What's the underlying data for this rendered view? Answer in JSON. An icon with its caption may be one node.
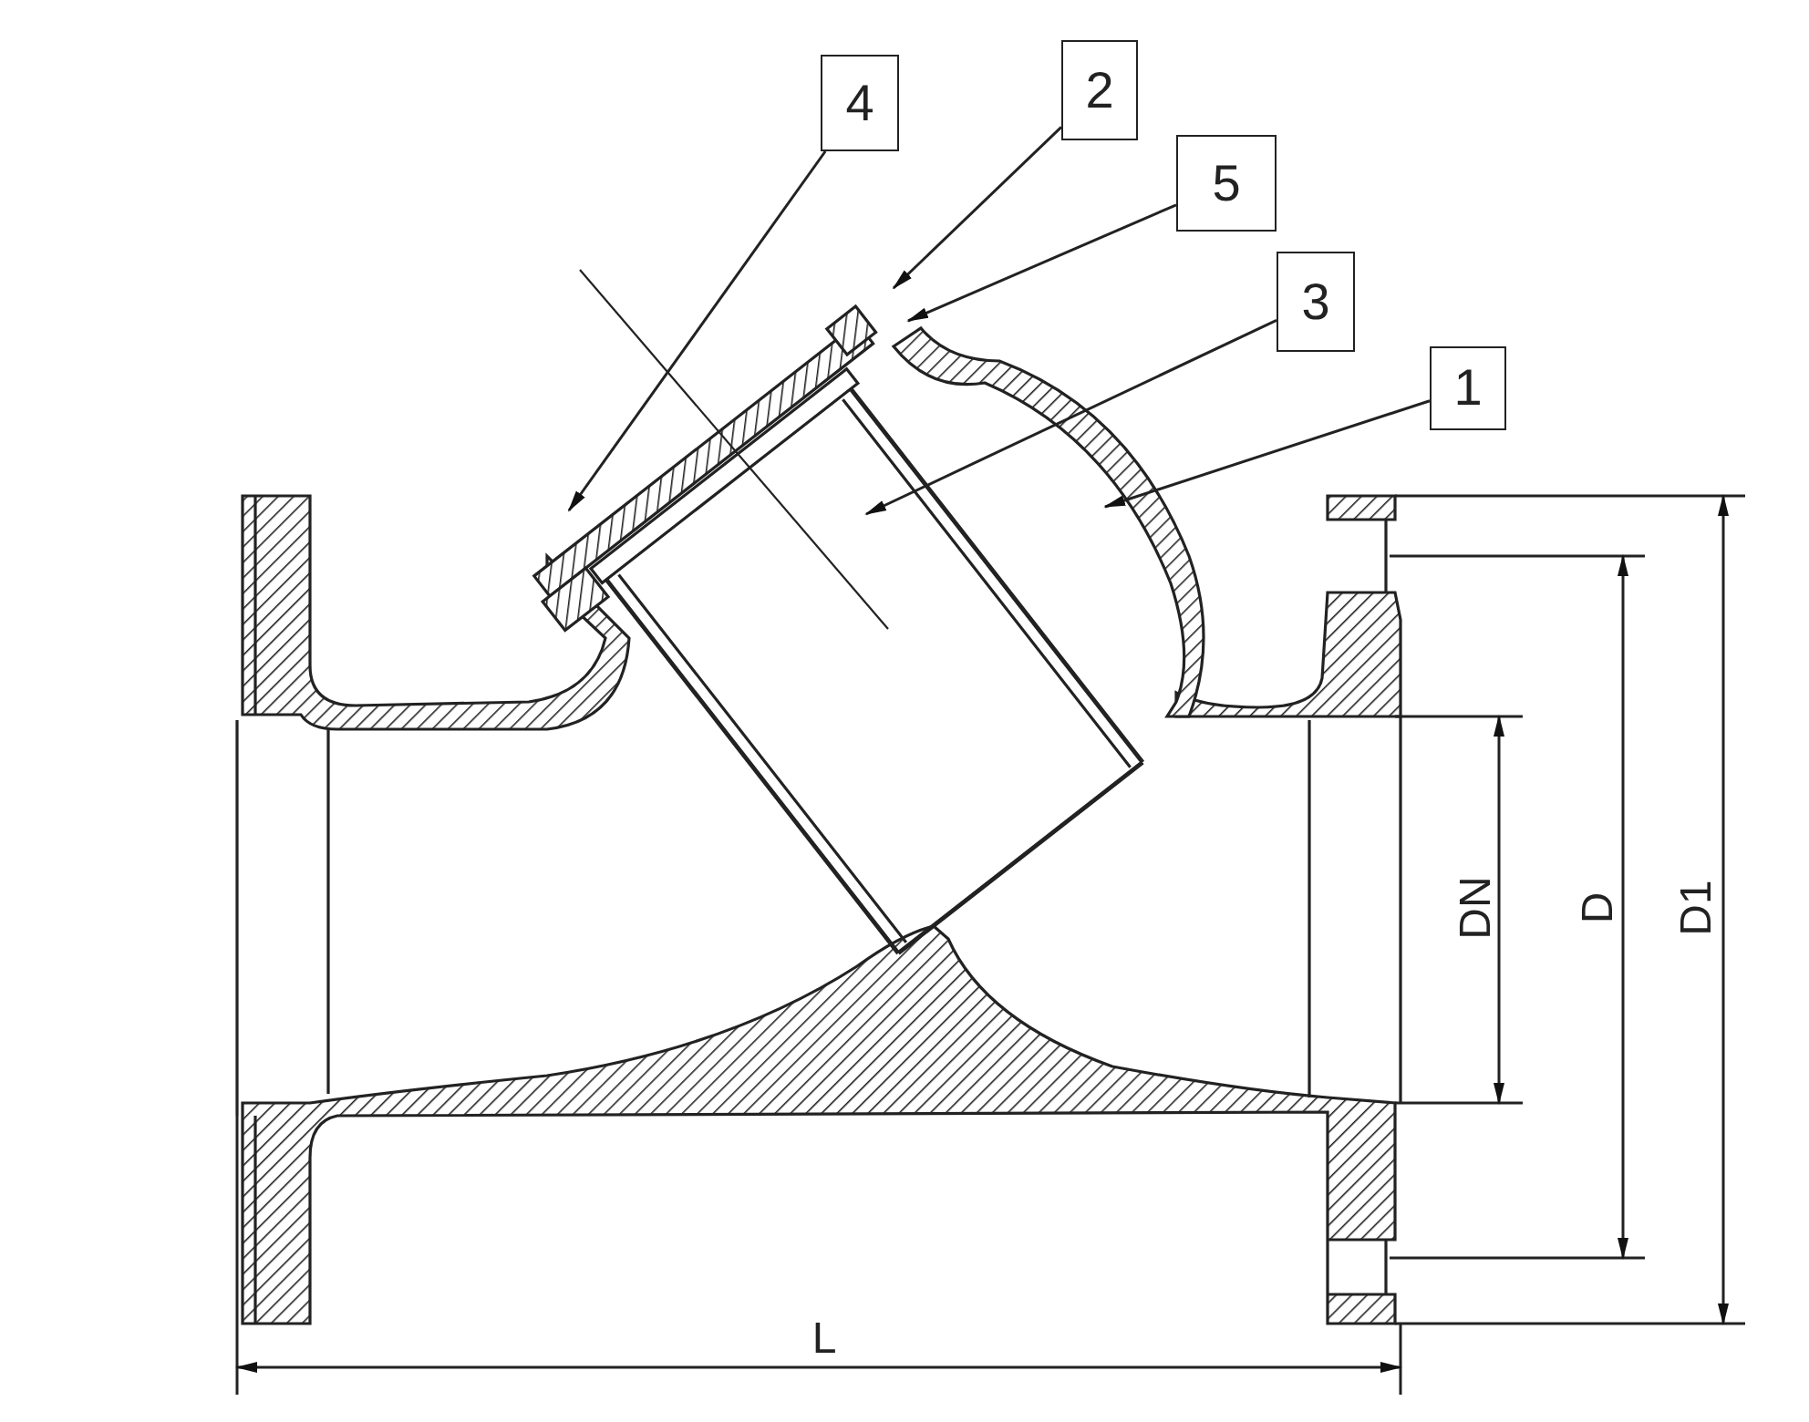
{
  "diagram": {
    "nodes": [
      {
        "text": [
          "4"
        ]
      },
      {
        "text": [
          "2"
        ]
      },
      {
        "text": [
          "5"
        ]
      },
      {
        "text": [
          "3"
        ]
      },
      {
        "text": [
          "1"
        ]
      }
    ],
    "edges": [
      {
        "from": 0,
        "to": null,
        "arrow": "to"
      },
      {
        "from": 1,
        "to": null,
        "arrow": "to"
      },
      {
        "from": 2,
        "to": null,
        "arrow": "to"
      },
      {
        "from": 3,
        "to": null,
        "arrow": "to"
      },
      {
        "from": 4,
        "to": null,
        "arrow": "to"
      }
    ],
    "labels": [
      "DN",
      "D",
      "D1",
      "L"
    ]
  }
}
